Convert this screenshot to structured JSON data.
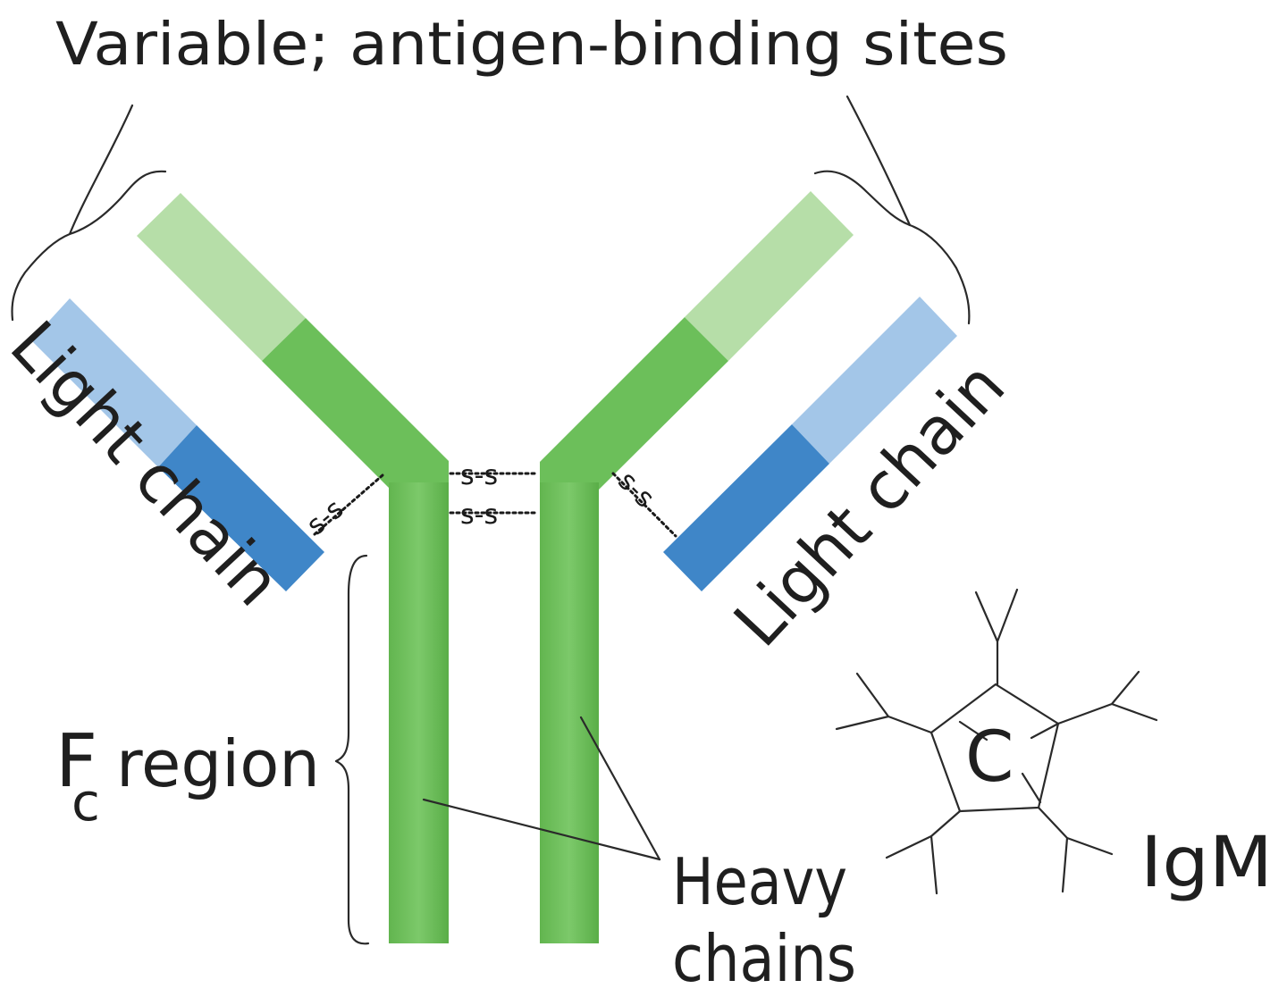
{
  "labels": {
    "variable": "Variable; antigen-binding sites",
    "light_chain_left": "Light chain",
    "light_chain_right": "Light chain",
    "fc_main": "F",
    "fc_sub": "c",
    "fc_rest": " region",
    "heavy_line1": "Heavy",
    "heavy_line2": "chains",
    "igm": "IgM",
    "igm_center": "C",
    "disulfide": "s-s"
  },
  "colors": {
    "heavy_constant": "#6cbf5a",
    "heavy_variable": "#b3dca6",
    "light_constant": "#3f86c8",
    "light_variable": "#9cc2e6",
    "ink": "#2a2a2a"
  }
}
